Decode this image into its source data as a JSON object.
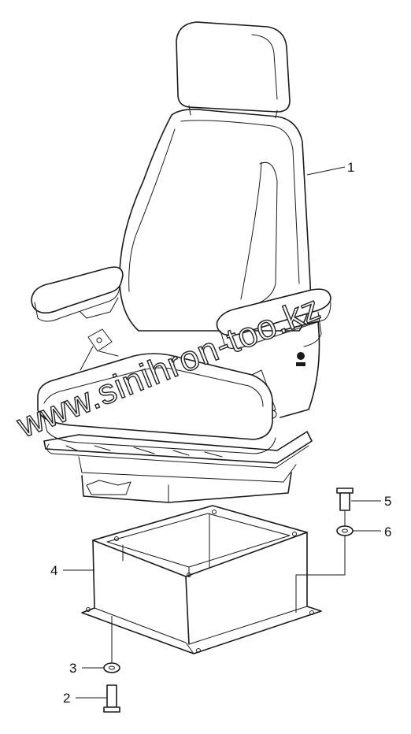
{
  "watermark": "www.sinihron-too.kz",
  "callouts": [
    {
      "id": "1",
      "label": "1"
    },
    {
      "id": "2",
      "label": "2"
    },
    {
      "id": "3",
      "label": "3"
    },
    {
      "id": "4",
      "label": "4"
    },
    {
      "id": "5",
      "label": "5"
    },
    {
      "id": "6",
      "label": "6"
    }
  ],
  "colors": {
    "line": "#1a1a1a",
    "background": "#ffffff"
  }
}
